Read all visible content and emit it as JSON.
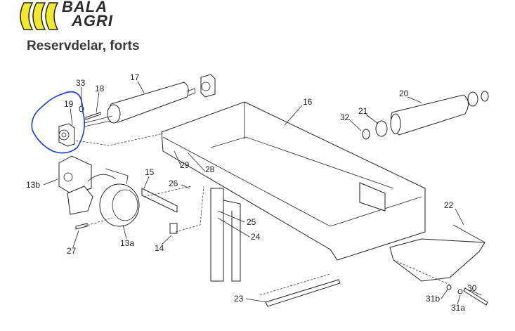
{
  "logo": {
    "line1": "BALA",
    "line2": "AGRI",
    "accent_color": "#f2e92a"
  },
  "title": "Reservdelar, forts",
  "parts": {
    "p33": "33",
    "p18": "18",
    "p17": "17",
    "p19": "19",
    "p16": "16",
    "p20": "20",
    "p21": "21",
    "p32": "32",
    "p13b": "13b",
    "p15": "15",
    "p26": "26",
    "p29": "29",
    "p28": "28",
    "p25": "25",
    "p24": "24",
    "p27": "27",
    "p13a": "13a",
    "p14": "14",
    "p22": "22",
    "p23": "23",
    "p30": "30",
    "p31b": "31b",
    "p31a": "31a"
  },
  "highlight_color": "#1a3fd6"
}
